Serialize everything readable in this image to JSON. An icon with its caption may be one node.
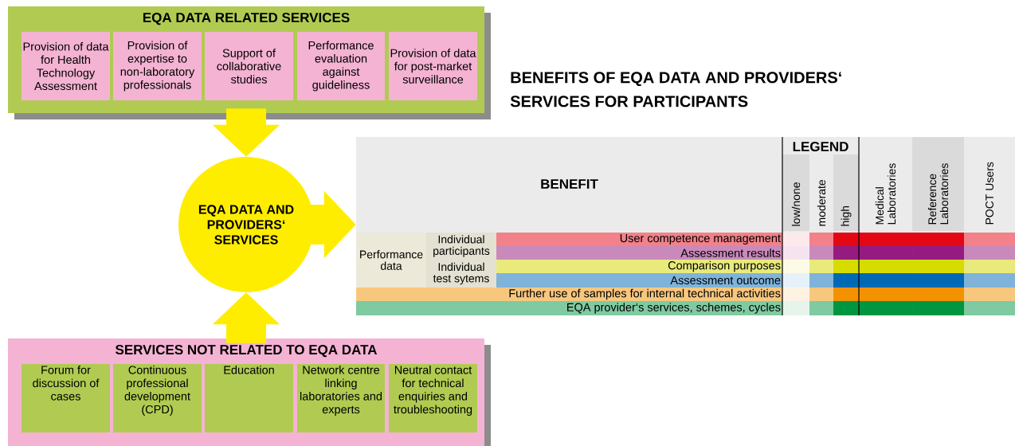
{
  "diagram": {
    "title": "BENEFITS OF EQA DATA AND PROVIDERS‘ SERVICES FOR PARTICIPANTS",
    "nodes": [
      {
        "text": [
          "EQA DATA RELATED SERVICES"
        ]
      },
      {
        "text": [
          "Provision of data for Health Technology Assessment"
        ],
        "in": 0
      },
      {
        "text": [
          "Provision of expertise to non-laboratory professionals"
        ],
        "in": 0
      },
      {
        "text": [
          "Support of collaborative studies"
        ],
        "in": 0
      },
      {
        "text": [
          "Performance evaluation against guideliness"
        ],
        "in": 0
      },
      {
        "text": [
          "Provision of data for post-market surveillance"
        ],
        "in": 0
      },
      {
        "text": [
          "EQA DATA AND PROVIDERS‘ SERVICES"
        ]
      },
      {
        "text": [
          "SERVICES NOT RELATED TO EQA DATA"
        ]
      },
      {
        "text": [
          "Forum for discussion of cases"
        ],
        "in": 7
      },
      {
        "text": [
          "Continuous professional development (CPD)"
        ],
        "in": 7
      },
      {
        "text": [
          "Education"
        ],
        "in": 7
      },
      {
        "text": [
          "Network centre linking laboratories and experts"
        ],
        "in": 7
      },
      {
        "text": [
          "Neutral contact for technical enquiries and troubleshooting"
        ],
        "in": 7
      },
      {
        "text": [
          "BENEFIT"
        ]
      }
    ],
    "edges": [
      {
        "from": 0,
        "to": 6,
        "arrow": "to"
      },
      {
        "from": 7,
        "to": 6,
        "arrow": "to"
      },
      {
        "from": 6,
        "to": 13,
        "arrow": "to"
      }
    ],
    "labels": [
      "LEGEND",
      "Medical Laboratories",
      "Reference Laboratories",
      "POCT Users",
      "Performance data",
      "Individual participants",
      "Individual test sytems",
      "User competence management",
      "Assessment results",
      "Comparison purposes",
      "Assessment outcome",
      "Further use of samples for internal technical activities",
      "EQA provider‘s services, schemes, cycles"
    ],
    "legend": [
      {
        "text": "low/none"
      },
      {
        "text": "moderate"
      },
      {
        "text": "high"
      }
    ]
  }
}
